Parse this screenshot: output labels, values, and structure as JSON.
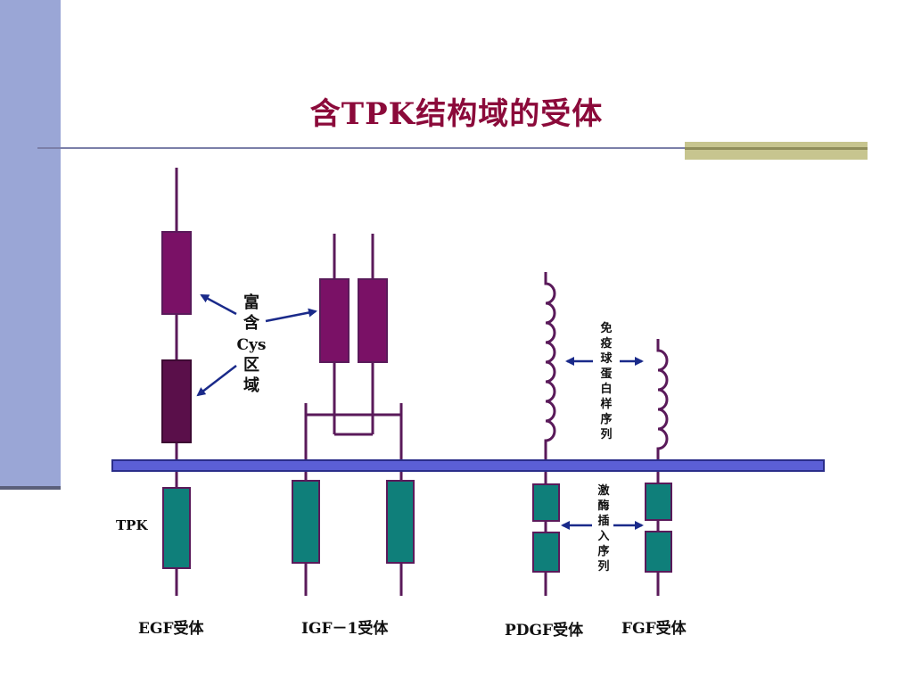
{
  "slide": {
    "title": "含TPK结构域的受体"
  },
  "diagram": {
    "labels": {
      "cys_rich": [
        "富",
        "含",
        "Cys",
        "区",
        "域"
      ],
      "ig_like": [
        "免",
        "疫",
        "球",
        "蛋",
        "白",
        "样",
        "序",
        "列"
      ],
      "kinase_insert": [
        "激",
        "酶",
        "插",
        "入",
        "序",
        "列"
      ],
      "tpk": "TPK"
    },
    "receptors": [
      {
        "name": "EGF受体"
      },
      {
        "name": "IGF－1受体"
      },
      {
        "name": "PDGF受体"
      },
      {
        "name": "FGF受体"
      }
    ],
    "colors": {
      "background": "#ffffff",
      "left_bar": "#9aa6d6",
      "title": "#8b0a3a",
      "membrane": "#5b5fd6",
      "cys_domain": "#7a1166",
      "cys_domain_dark": "#5a0f4a",
      "tpk_domain": "#0f7f7a",
      "stalk": "#5a1a5a",
      "arrow": "#1a2a8a",
      "rule_accent": "#c7c58f"
    }
  }
}
